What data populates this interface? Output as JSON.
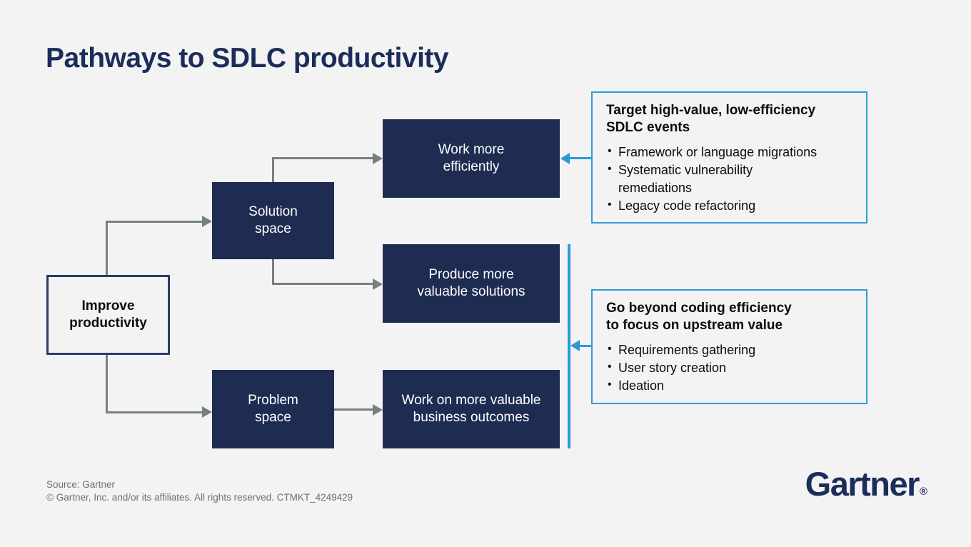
{
  "page": {
    "title": "Pathways to SDLC productivity",
    "background_color": "#f3f3f4"
  },
  "colors": {
    "navy_box": "#1e2c52",
    "title_navy": "#1c2d5a",
    "outline_box_border": "#2c3b6a",
    "connector_grey": "#76807d",
    "callout_blue": "#2b99d9",
    "text_black": "#0c0c0c",
    "footer_grey": "#6c7072"
  },
  "flowchart": {
    "nodes": {
      "improve": {
        "label": "Improve\nproductivity"
      },
      "solution": {
        "label": "Solution\nspace"
      },
      "problem": {
        "label": "Problem\nspace"
      },
      "work_more": {
        "label": "Work more\nefficiently"
      },
      "produce": {
        "label": "Produce more\nvaluable solutions"
      },
      "work_on": {
        "label": "Work on more valuable\nbusiness outcomes"
      }
    }
  },
  "callouts": [
    {
      "title": "Target high-value, low-efficiency\nSDLC events",
      "bullets": [
        "Framework or language migrations",
        "Systematic vulnerability\nremediations",
        "Legacy code refactoring"
      ]
    },
    {
      "title": "Go beyond coding efficiency\nto focus on upstream value",
      "bullets": [
        "Requirements gathering",
        "User story creation",
        "Ideation"
      ]
    }
  ],
  "footer": {
    "source_line": "Source: Gartner",
    "copyright_line": "© Gartner, Inc. and/or its affiliates. All rights reserved. CTMKT_4249429"
  },
  "logo": {
    "text": "Gartner",
    "registered_mark": "®"
  }
}
